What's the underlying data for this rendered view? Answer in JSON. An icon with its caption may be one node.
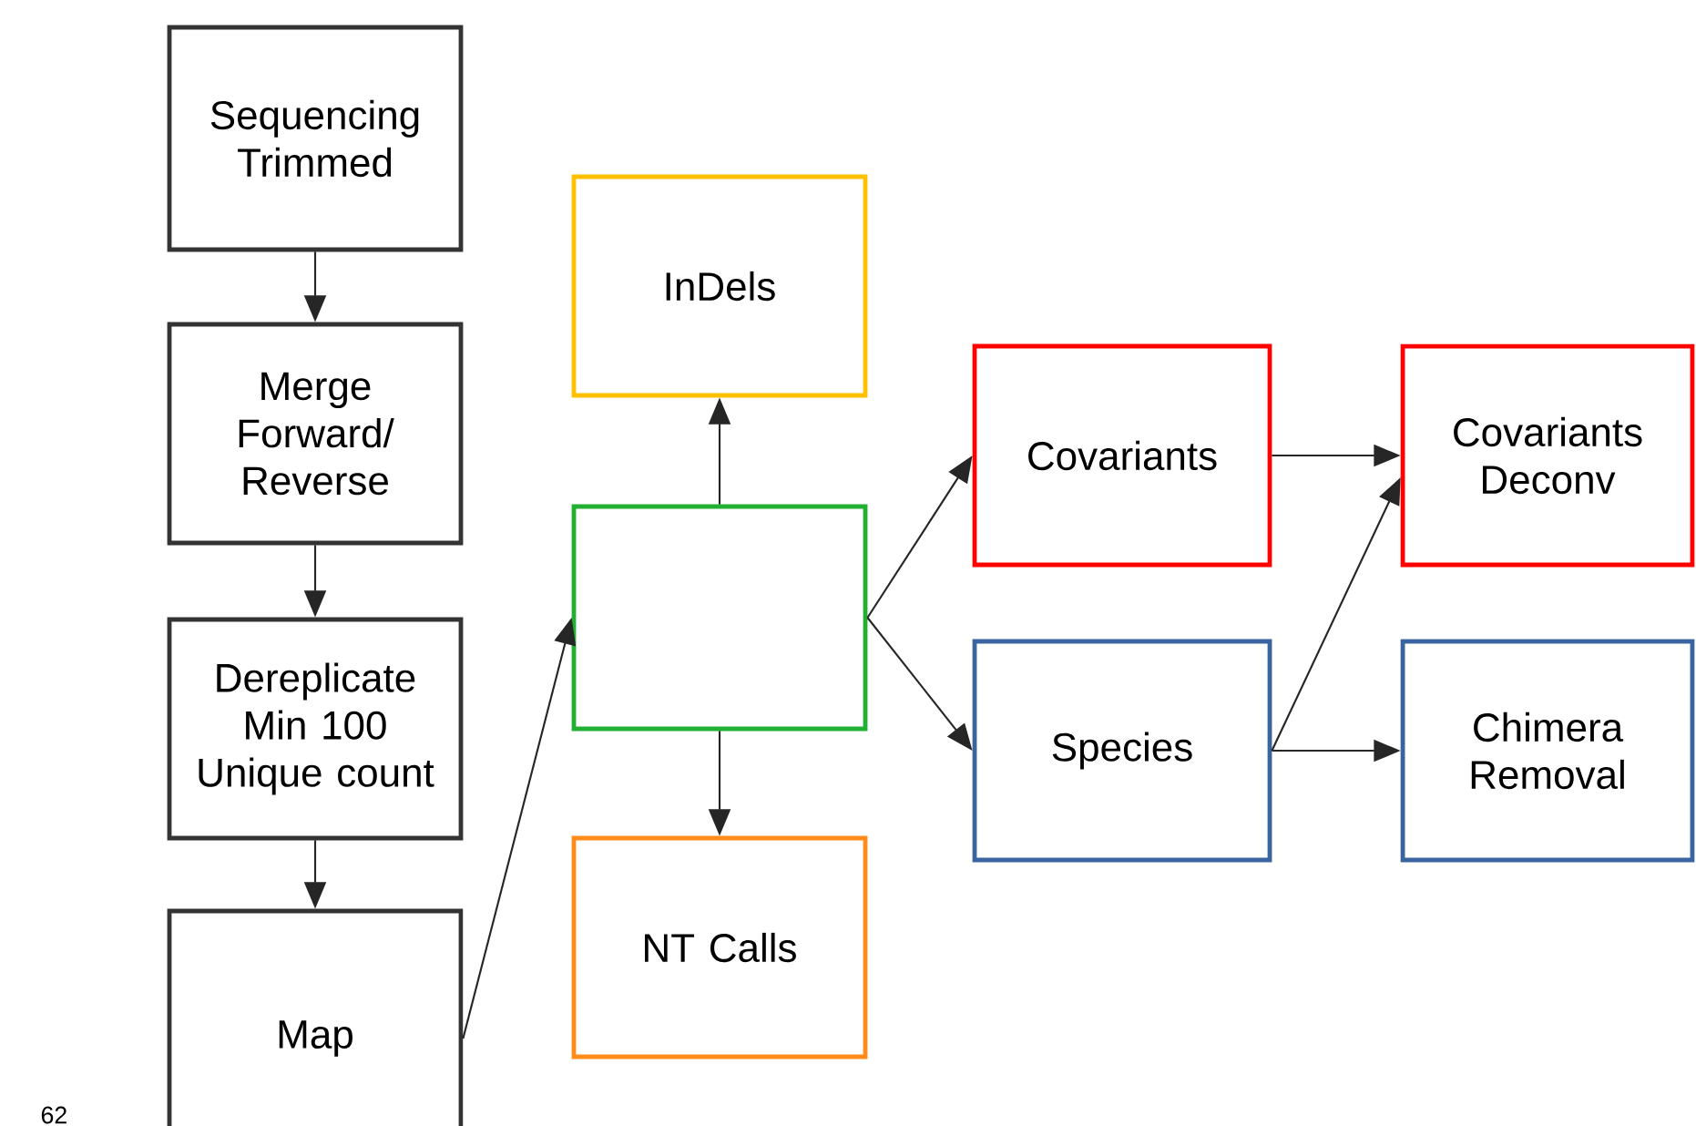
{
  "diagram": {
    "nodes": [
      {
        "text": [
          "Sequencing Trimmed"
        ]
      },
      {
        "text": [
          "Merge Forward/ Reverse"
        ]
      },
      {
        "text": [
          "Dereplicate Min 100 Unique count"
        ]
      },
      {
        "text": [
          "Map"
        ]
      },
      {
        "text": [
          "InDels"
        ]
      },
      {
        "text": [],
        "shape": "box"
      },
      {
        "text": [
          "NT Calls"
        ]
      },
      {
        "text": [
          "Covariants"
        ]
      },
      {
        "text": [
          "Species"
        ]
      },
      {
        "text": [
          "Covariants Deconv"
        ]
      },
      {
        "text": [
          "Chimera Removal"
        ]
      }
    ],
    "edges": [
      {
        "from": 0,
        "to": 1,
        "arrow": "to"
      },
      {
        "from": 1,
        "to": 2,
        "arrow": "to"
      },
      {
        "from": 2,
        "to": 3,
        "arrow": "to"
      },
      {
        "from": 3,
        "to": 5,
        "arrow": "to"
      },
      {
        "from": 5,
        "to": 4,
        "arrow": "to"
      },
      {
        "from": 5,
        "to": 6,
        "arrow": "to"
      },
      {
        "from": 5,
        "to": 7,
        "arrow": "to"
      },
      {
        "from": 5,
        "to": 8,
        "arrow": "to"
      },
      {
        "from": 7,
        "to": 9,
        "arrow": "to"
      },
      {
        "from": 8,
        "to": 9,
        "arrow": "to"
      },
      {
        "from": 8,
        "to": 10,
        "arrow": "to"
      }
    ],
    "labels": [
      "62"
    ]
  }
}
